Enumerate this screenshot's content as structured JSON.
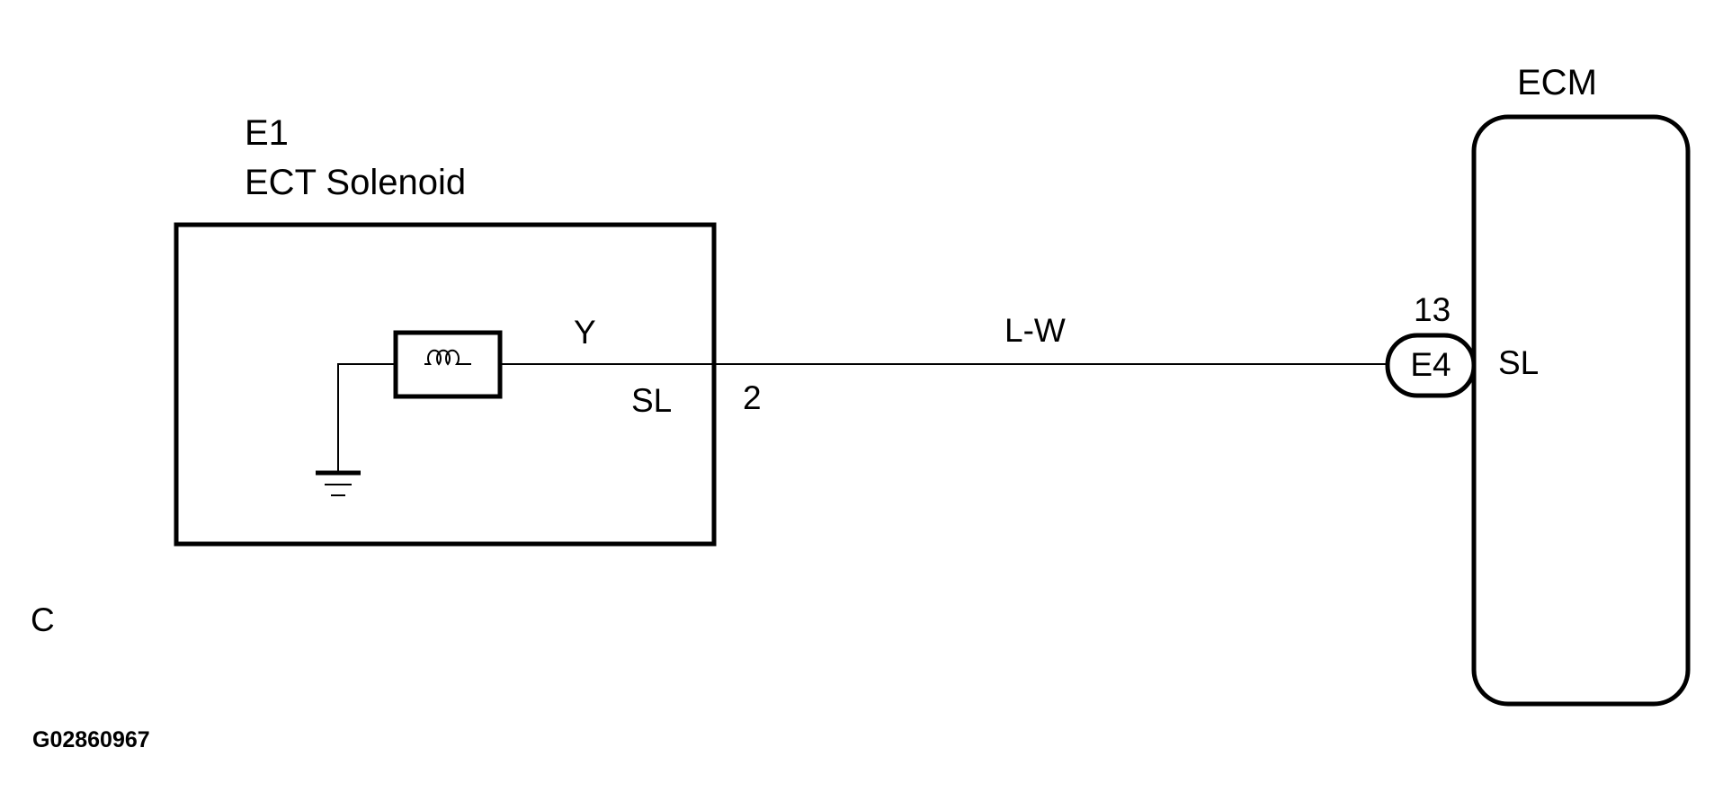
{
  "component_left": {
    "ref": "E1",
    "name": "ECT Solenoid",
    "wire_color": "Y",
    "terminal_name": "SL",
    "pin": "2"
  },
  "harness": {
    "wire_color": "L-W"
  },
  "component_right": {
    "name": "ECM",
    "connector": "E4",
    "pin": "13",
    "terminal_name": "SL"
  },
  "corner_letter": "C",
  "figure_code": "G02860967",
  "colors": {
    "line": "#000000",
    "background": "#ffffff"
  }
}
